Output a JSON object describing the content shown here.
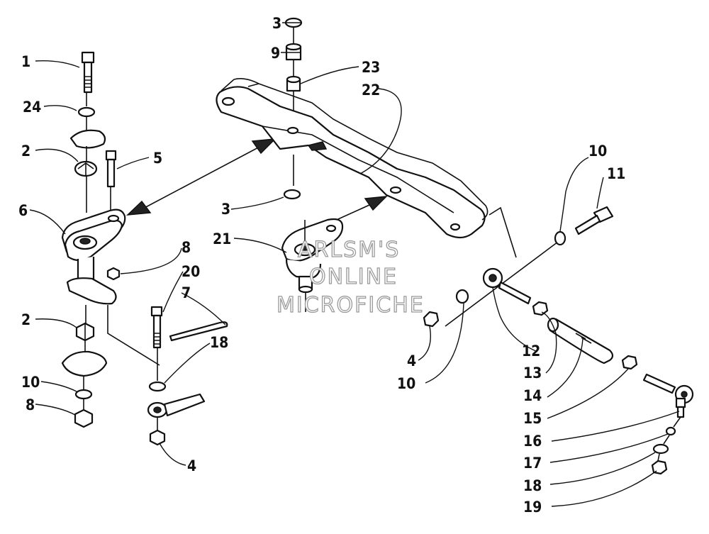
{
  "watermark": {
    "line1": "ARLSM'S",
    "line2": "ONLINE",
    "line3": "MICROFICHE"
  },
  "callouts": {
    "c1": "1",
    "c24": "24",
    "c2a": "2",
    "c5": "5",
    "c6": "6",
    "c8a": "8",
    "c20": "20",
    "c7": "7",
    "c2b": "2",
    "c18a": "18",
    "c10a": "10",
    "c8b": "8",
    "c4a": "4",
    "c3a": "3",
    "c9": "9",
    "c23": "23",
    "c22": "22",
    "c3b": "3",
    "c21": "21",
    "c10b": "10",
    "c11": "11",
    "c4b": "4",
    "c10c": "10",
    "c12": "12",
    "c13": "13",
    "c14": "14",
    "c15": "15",
    "c16": "16",
    "c17": "17",
    "c18b": "18",
    "c19": "19"
  }
}
